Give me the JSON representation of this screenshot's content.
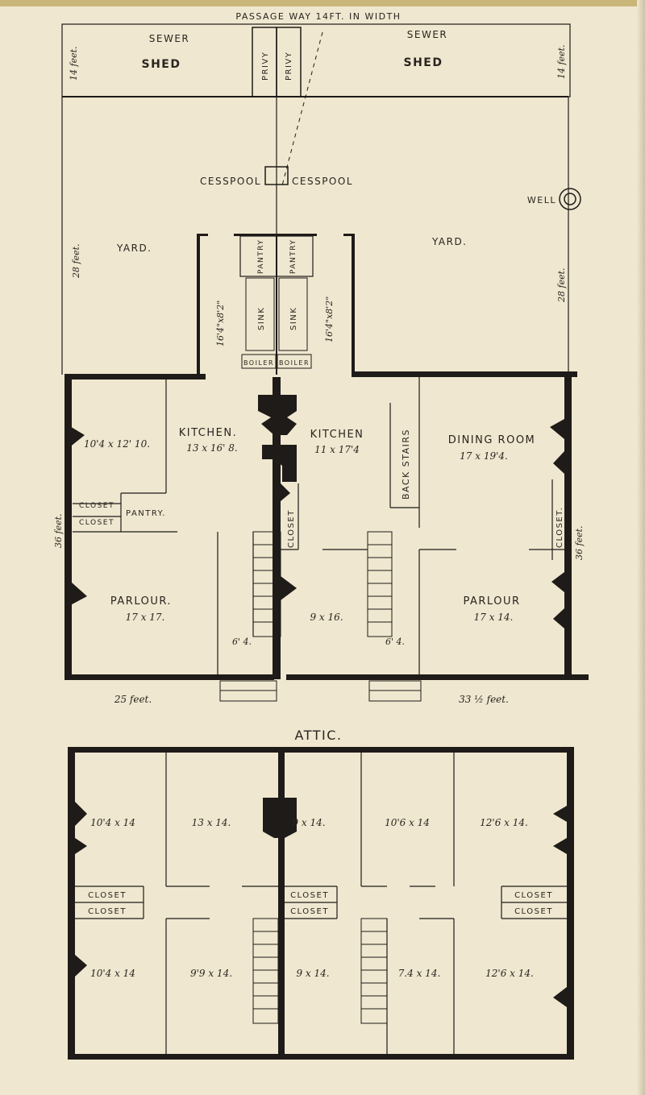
{
  "title": "PASSAGE WAY 14FT. IN WIDTH",
  "attic_title": "ATTIC.",
  "outbuildings": {
    "left_shed_top": "SEWER",
    "left_shed_bottom": "SHED",
    "right_shed_top": "SEWER",
    "right_shed_bottom": "SHED",
    "privy": "PRIVY",
    "cesspool": "CESSPOOL",
    "well": "WELL",
    "yard": "YARD.",
    "pantry": "PANTRY",
    "sink": "SINK",
    "boiler": "BOILER"
  },
  "dimensions": {
    "shed_left": "14 feet.",
    "shed_right": "14 feet.",
    "yard_left": "28 feet.",
    "yard_right": "28 feet.",
    "ell_left": "16'4\"x8'2\"",
    "ell_right": "16'4\"x8'2\"",
    "house_left": "36 feet.",
    "house_right": "36 feet.",
    "width_left": "25 feet.",
    "width_right": "33 ½ feet.",
    "stair_left": "6' 4.",
    "stair_right": "6' 4."
  },
  "ground_floor": {
    "kitchen_left": {
      "name": "KITCHEN.",
      "size": "13 x 16' 8."
    },
    "room_left_top": {
      "size": "10'4 x 12' 10."
    },
    "closet_1": "CLOSET",
    "closet_2": "CLOSET",
    "pantry": "PANTRY.",
    "parlour_left": {
      "name": "PARLOUR.",
      "size": "17 x 17."
    },
    "kitchen_right": {
      "name": "KITCHEN",
      "size": "11 x 17'4"
    },
    "closet_center": "CLOSET",
    "back_stairs": "BACK STAIRS",
    "dining_room": {
      "name": "DINING ROOM",
      "size": "17 x 19'4."
    },
    "closet_right": "CLOSET.",
    "hall_right": {
      "size": "9 x 16."
    },
    "parlour_right": {
      "name": "PARLOUR",
      "size": "17 x 14."
    }
  },
  "attic": {
    "rooms_top": [
      "10'4 x 14",
      "13 x 14.",
      "9 x 14.",
      "10'6 x 14",
      "12'6 x 14."
    ],
    "rooms_bottom": [
      "10'4 x 14",
      "9'9 x 14.",
      "9 x 14.",
      "7.4 x 14.",
      "12'6 x 14."
    ],
    "closets": [
      "CLOSET",
      "CLOSET",
      "CLOSET",
      "CLOSET",
      "CLOSET",
      "CLOSET"
    ]
  }
}
